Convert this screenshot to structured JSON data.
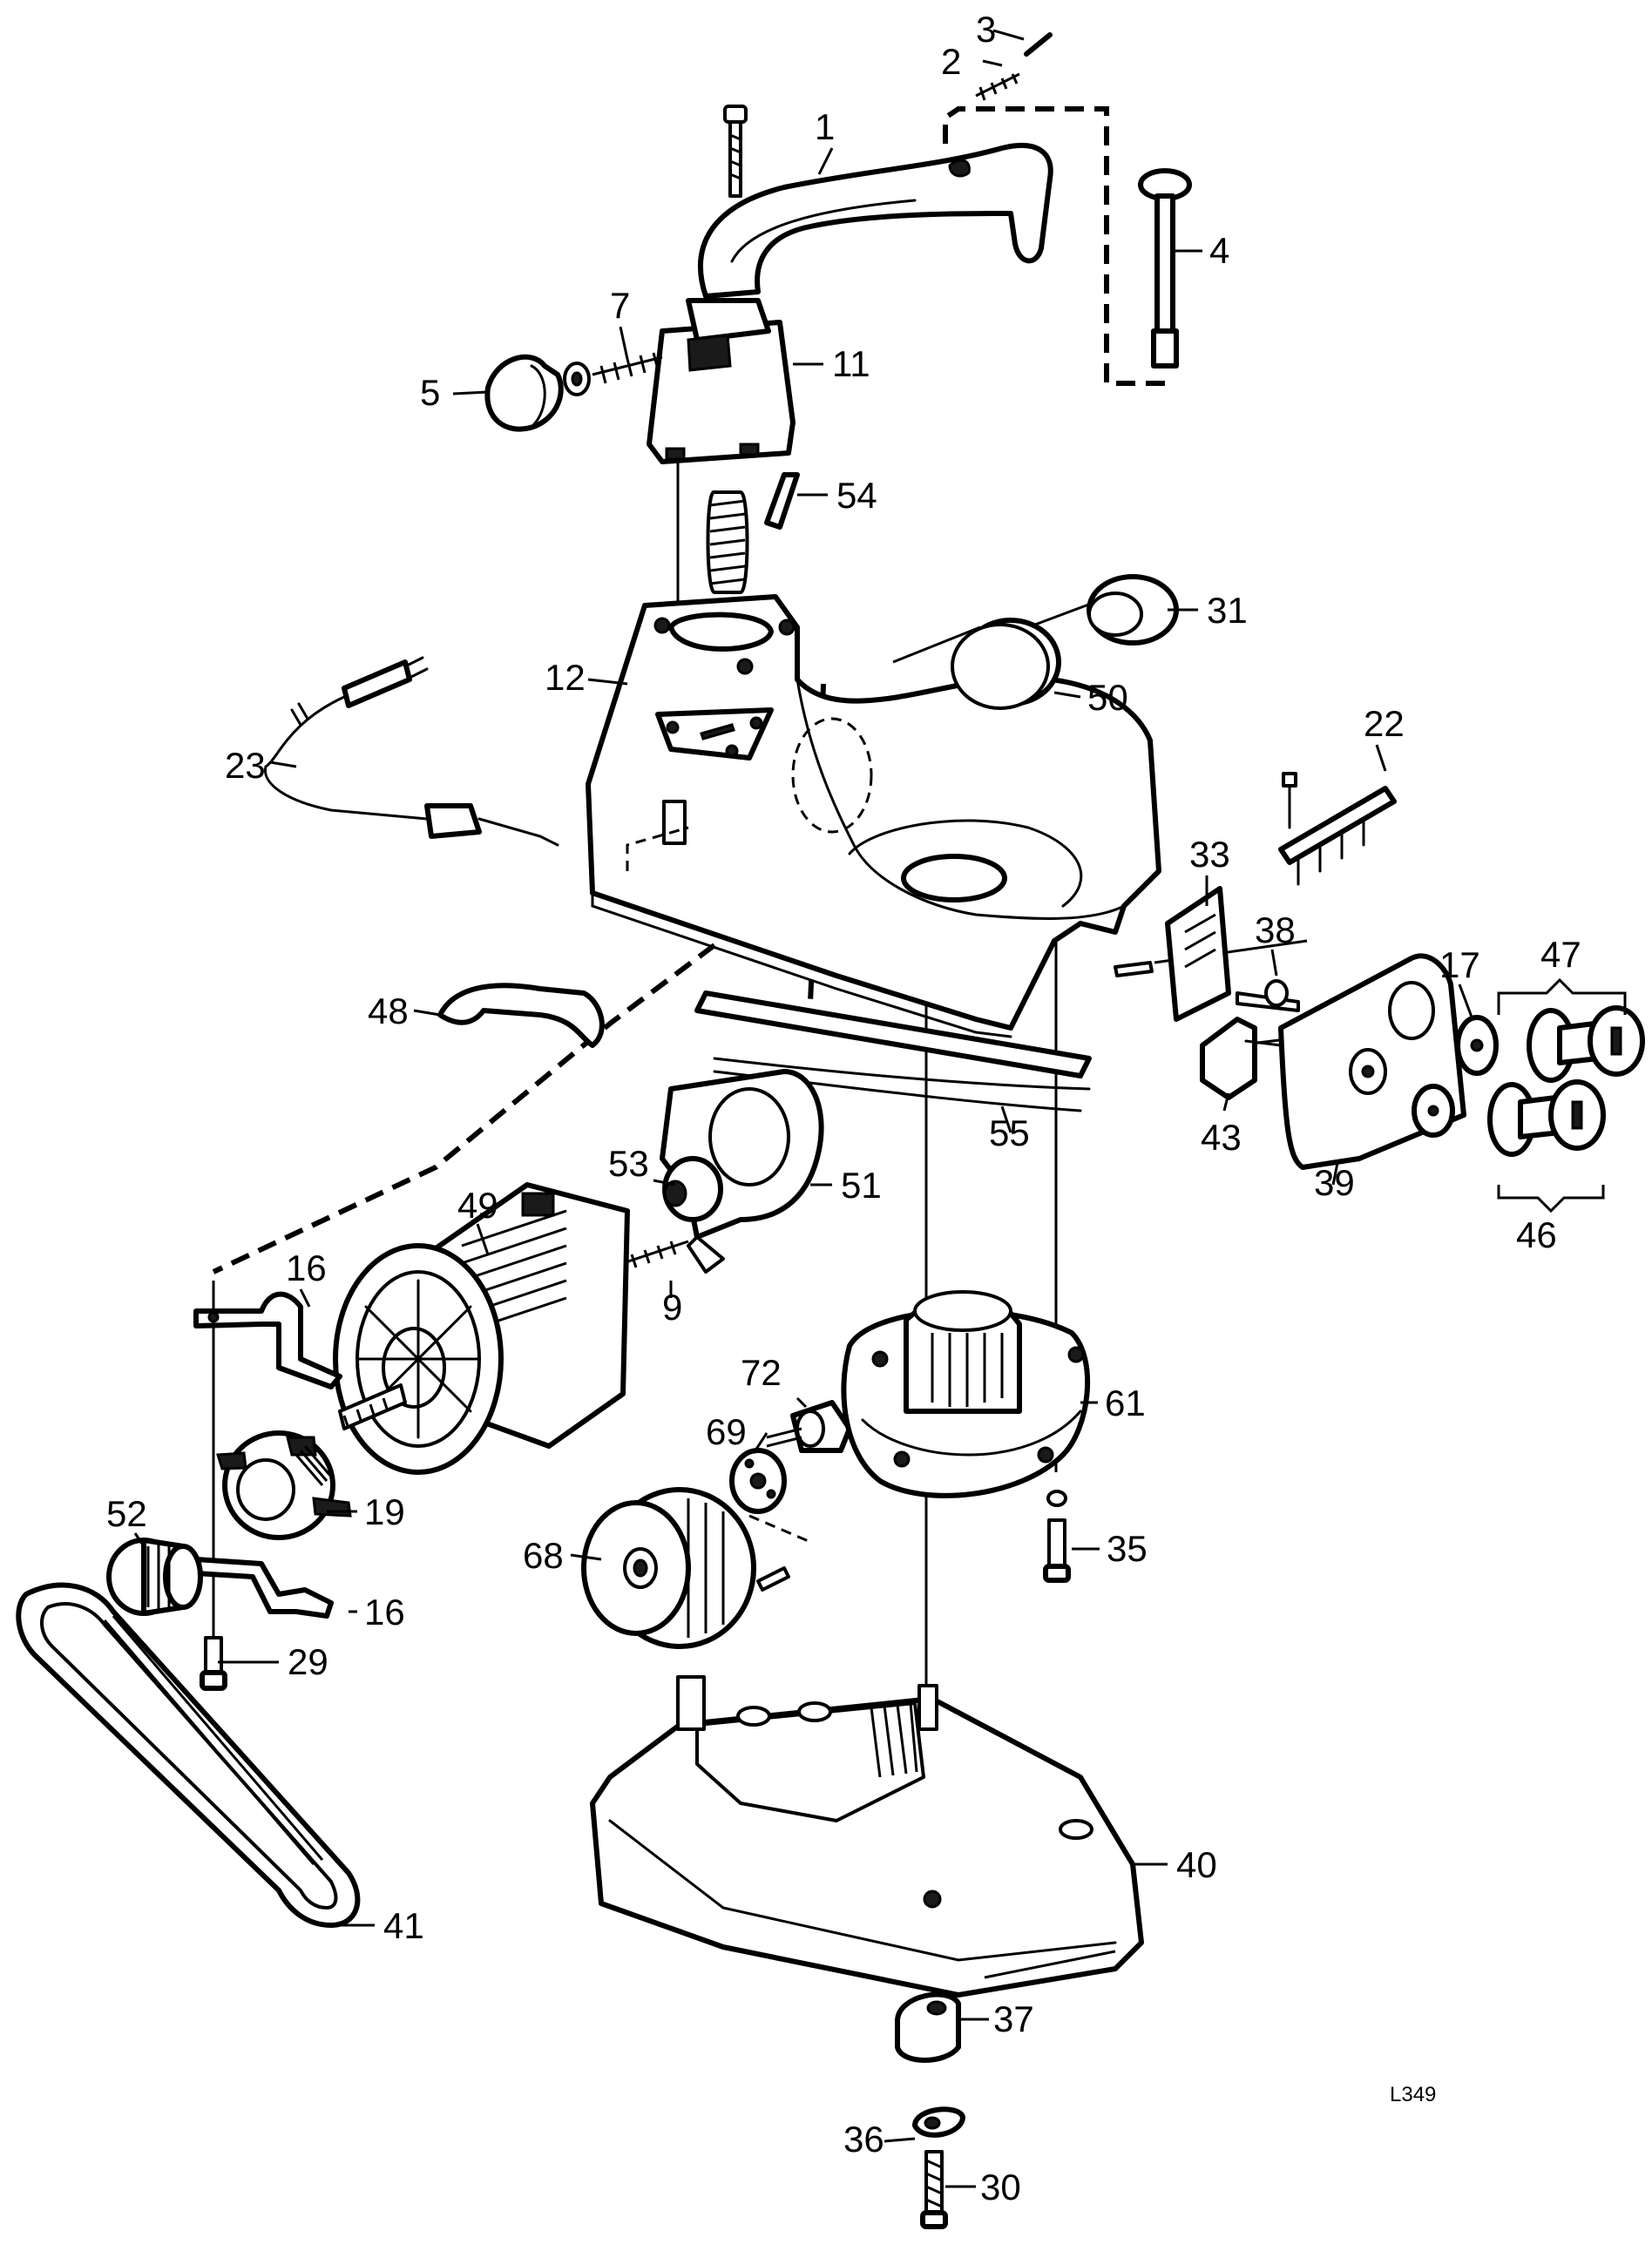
{
  "figure_code": "L349",
  "callouts": {
    "n1": "1",
    "n2": "2",
    "n3": "3",
    "n4": "4",
    "n5": "5",
    "n7": "7",
    "n9": "9",
    "n11": "11",
    "n12": "12",
    "n16a": "16",
    "n16b": "16",
    "n17": "17",
    "n19": "19",
    "n22": "22",
    "n23": "23",
    "n29": "29",
    "n30": "30",
    "n31": "31",
    "n33": "33",
    "n35": "35",
    "n36": "36",
    "n37": "37",
    "n38": "38",
    "n39": "39",
    "n40": "40",
    "n41": "41",
    "n43": "43",
    "n46": "46",
    "n47": "47",
    "n48": "48",
    "n49": "49",
    "n50": "50",
    "n51": "51",
    "n52": "52",
    "n53": "53",
    "n54": "54",
    "n55": "55",
    "n61": "61",
    "n68": "68",
    "n69": "69",
    "n72": "72"
  }
}
